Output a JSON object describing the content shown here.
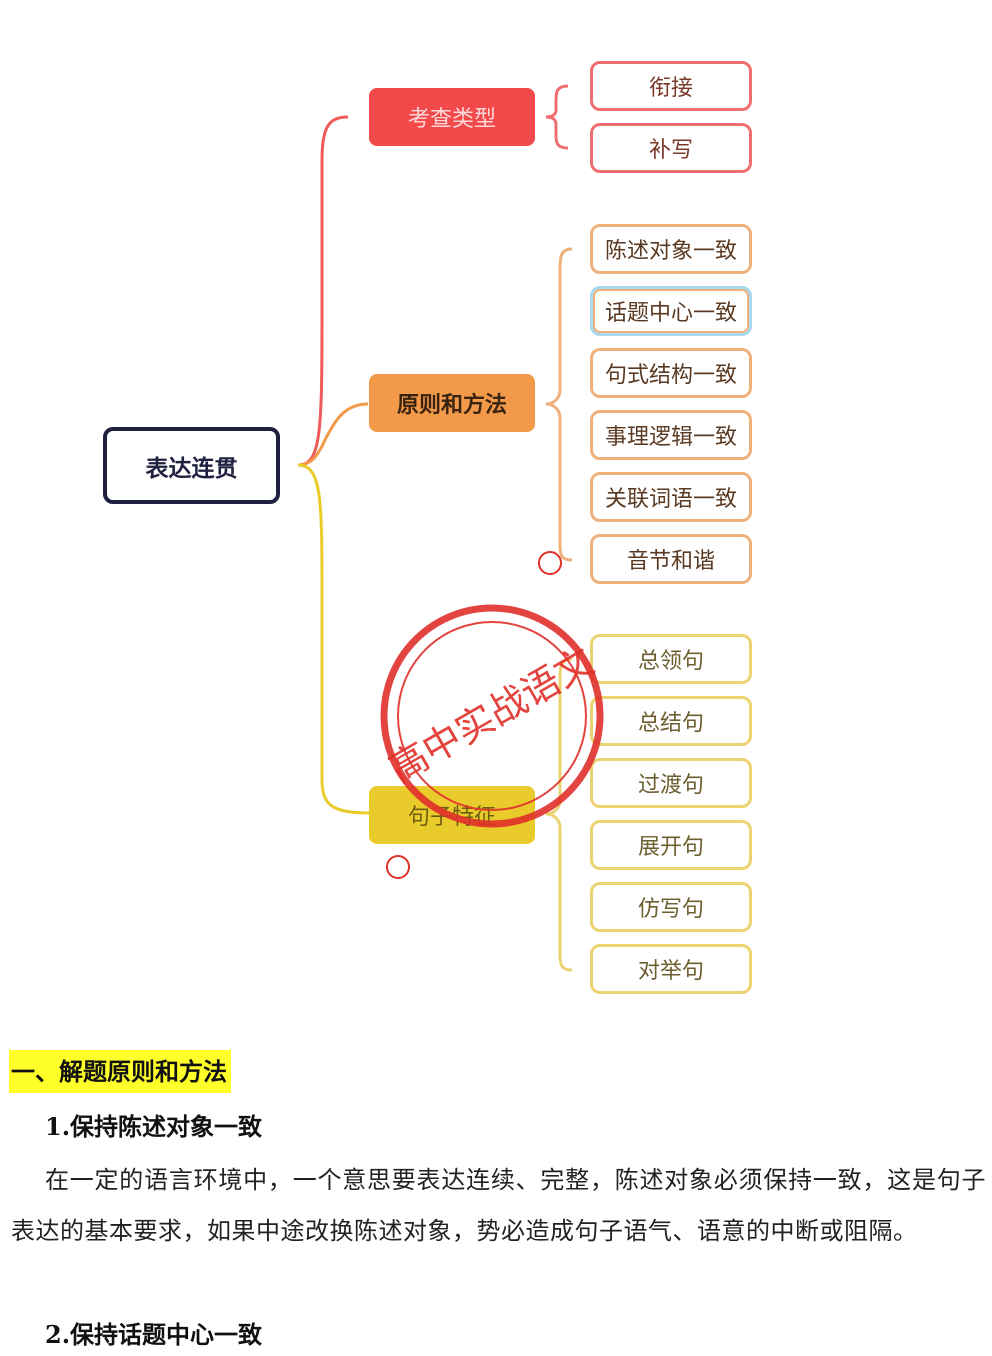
{
  "mindmap": {
    "root": "表达连贯",
    "branches": [
      {
        "label": "考查类型",
        "items": [
          "衔接",
          "补写"
        ]
      },
      {
        "label": "原则和方法",
        "items": [
          "陈述对象一致",
          "话题中心一致",
          "句式结构一致",
          "事理逻辑一致",
          "关联词语一致",
          "音节和谐"
        ]
      },
      {
        "label": "句子特征",
        "items": [
          "总领句",
          "总结句",
          "过渡句",
          "展开句",
          "仿写句",
          "对举句"
        ]
      }
    ],
    "colors": {
      "red": "#f24a4a",
      "orange": "#f2994a",
      "yellow": "#e9cc2c",
      "root_border": "#1f2040"
    }
  },
  "watermark": {
    "text": "高中实战语文",
    "color": "#e0302a"
  },
  "document": {
    "section_title": "一、解题原则和方法",
    "points": [
      {
        "heading": "1.保持陈述对象一致",
        "body": "在一定的语言环境中，一个意思要表达连续、完整，陈述对象必须保持一致，这是句子表达的基本要求，如果中途改换陈述对象，势必造成句子语气、语意的中断或阻隔。"
      },
      {
        "heading": "2.保持话题中心一致"
      }
    ]
  }
}
